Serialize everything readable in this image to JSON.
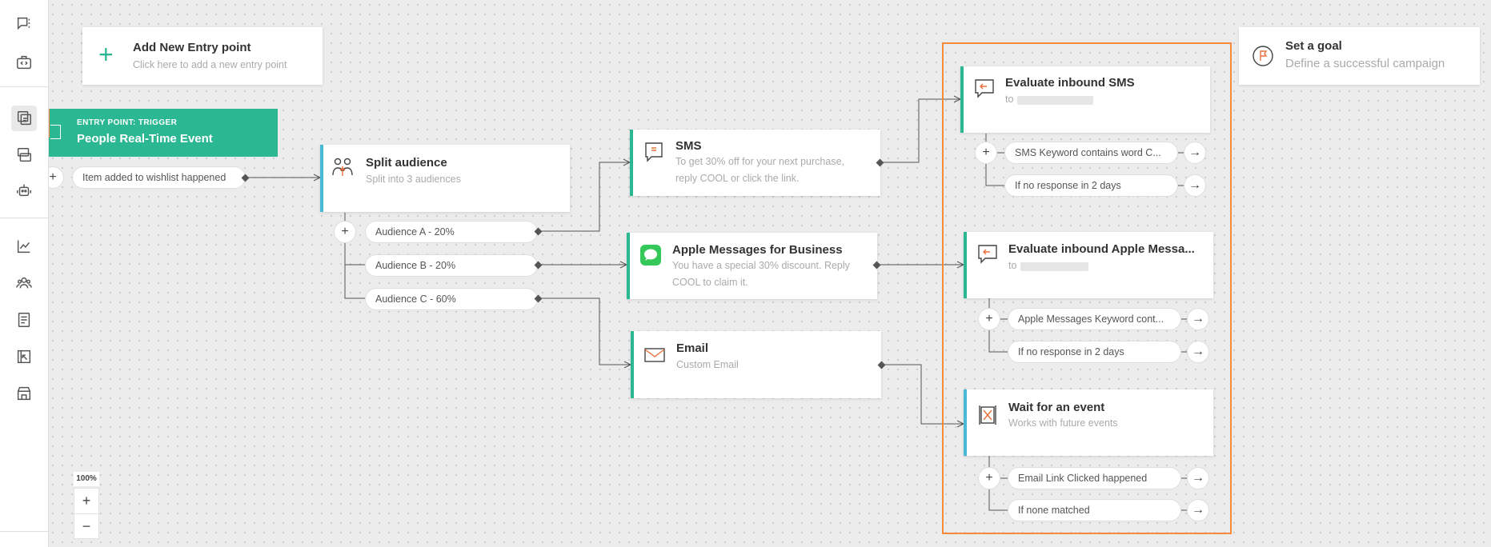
{
  "entry_add": {
    "title": "Add New Entry point",
    "subtitle": "Click here to add a new entry point"
  },
  "goal": {
    "title": "Set a goal",
    "subtitle": "Define a successful campaign"
  },
  "trigger": {
    "kicker": "ENTRY POINT: TRIGGER",
    "title": "People Real-Time Event",
    "condition": "Item added to wishlist happened"
  },
  "split": {
    "title": "Split audience",
    "subtitle": "Split into 3 audiences",
    "audiences": [
      "Audience A - 20%",
      "Audience B - 20%",
      "Audience C - 60%"
    ]
  },
  "sms": {
    "title": "SMS",
    "body": "To get 30% off for your next purchase, reply COOL or click the link."
  },
  "amb": {
    "title": "Apple Messages for Business",
    "body": "You have a special 30% discount. Reply COOL to claim it."
  },
  "email": {
    "title": "Email",
    "body": "Custom Email"
  },
  "eval_sms": {
    "title": "Evaluate inbound SMS",
    "to": "to",
    "branches": [
      "SMS Keyword contains word C...",
      "If no response in 2 days"
    ]
  },
  "eval_amb": {
    "title": "Evaluate inbound Apple Messa...",
    "to": "to",
    "branches": [
      "Apple Messages Keyword cont...",
      "If no response in 2 days"
    ]
  },
  "wait": {
    "title": "Wait for an event",
    "subtitle": "Works with future events",
    "branches": [
      "Email Link Clicked happened",
      "If none matched"
    ]
  },
  "zoom": {
    "level": "100%",
    "in": "+",
    "out": "−"
  },
  "glyphs": {
    "plus": "+",
    "arrow": "→"
  },
  "colors": {
    "accent": "#2cb793",
    "selection": "#f58a3c",
    "split_bar": "#4cb8d8"
  }
}
